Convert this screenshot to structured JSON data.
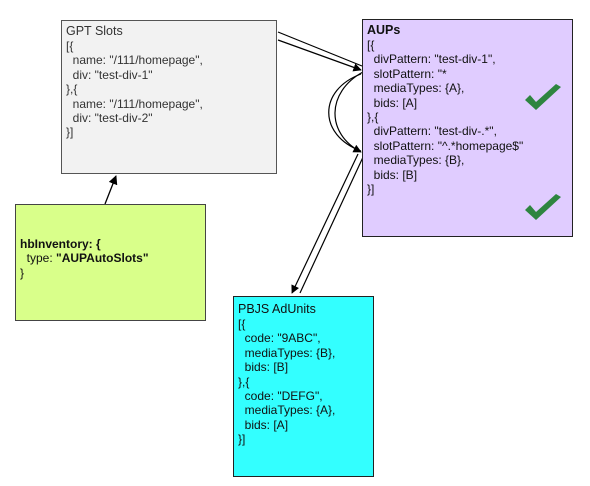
{
  "gpt_slots": {
    "title": "GPT Slots",
    "lines": [
      "[{",
      "  name: \"/111/homepage\",",
      "  div: \"test-div-1\"",
      "},{",
      "  name: \"/111/homepage\",",
      "  div: \"test-div-2\"",
      "}]"
    ]
  },
  "aups": {
    "title": "AUPs",
    "lines": [
      "[{",
      "  divPattern: \"test-div-1\",",
      "  slotPattern: \"*",
      "  mediaTypes: {A},",
      "  bids: [A]",
      "},{",
      "  divPattern: \"test-div-.*\",",
      "  slotPattern: \"^.*homepage$\"",
      "  mediaTypes: {B},",
      "  bids: [B]",
      "}]"
    ],
    "check_icons": [
      "check-icon",
      "check-icon"
    ],
    "check_color": "#2e8540"
  },
  "hb_inventory": {
    "line1": "hbInventory: {",
    "type_key": "  type: ",
    "type_value": "\"AUPAutoSlots\"",
    "close": "}"
  },
  "pbjs_adunits": {
    "title": "PBJS AdUnits",
    "lines": [
      "[{",
      "  code: \"9ABC\",",
      "  mediaTypes: {B},",
      "  bids: [B]",
      "},{",
      "  code: \"DEFG\",",
      "  mediaTypes: {A},",
      "  bids: [A]",
      "}]"
    ]
  },
  "colors": {
    "gpt_fill": "#f2f2f2",
    "aups_fill": "#e0ccff",
    "hb_fill": "#d9ff8a",
    "pbjs_fill": "#33ffff"
  }
}
